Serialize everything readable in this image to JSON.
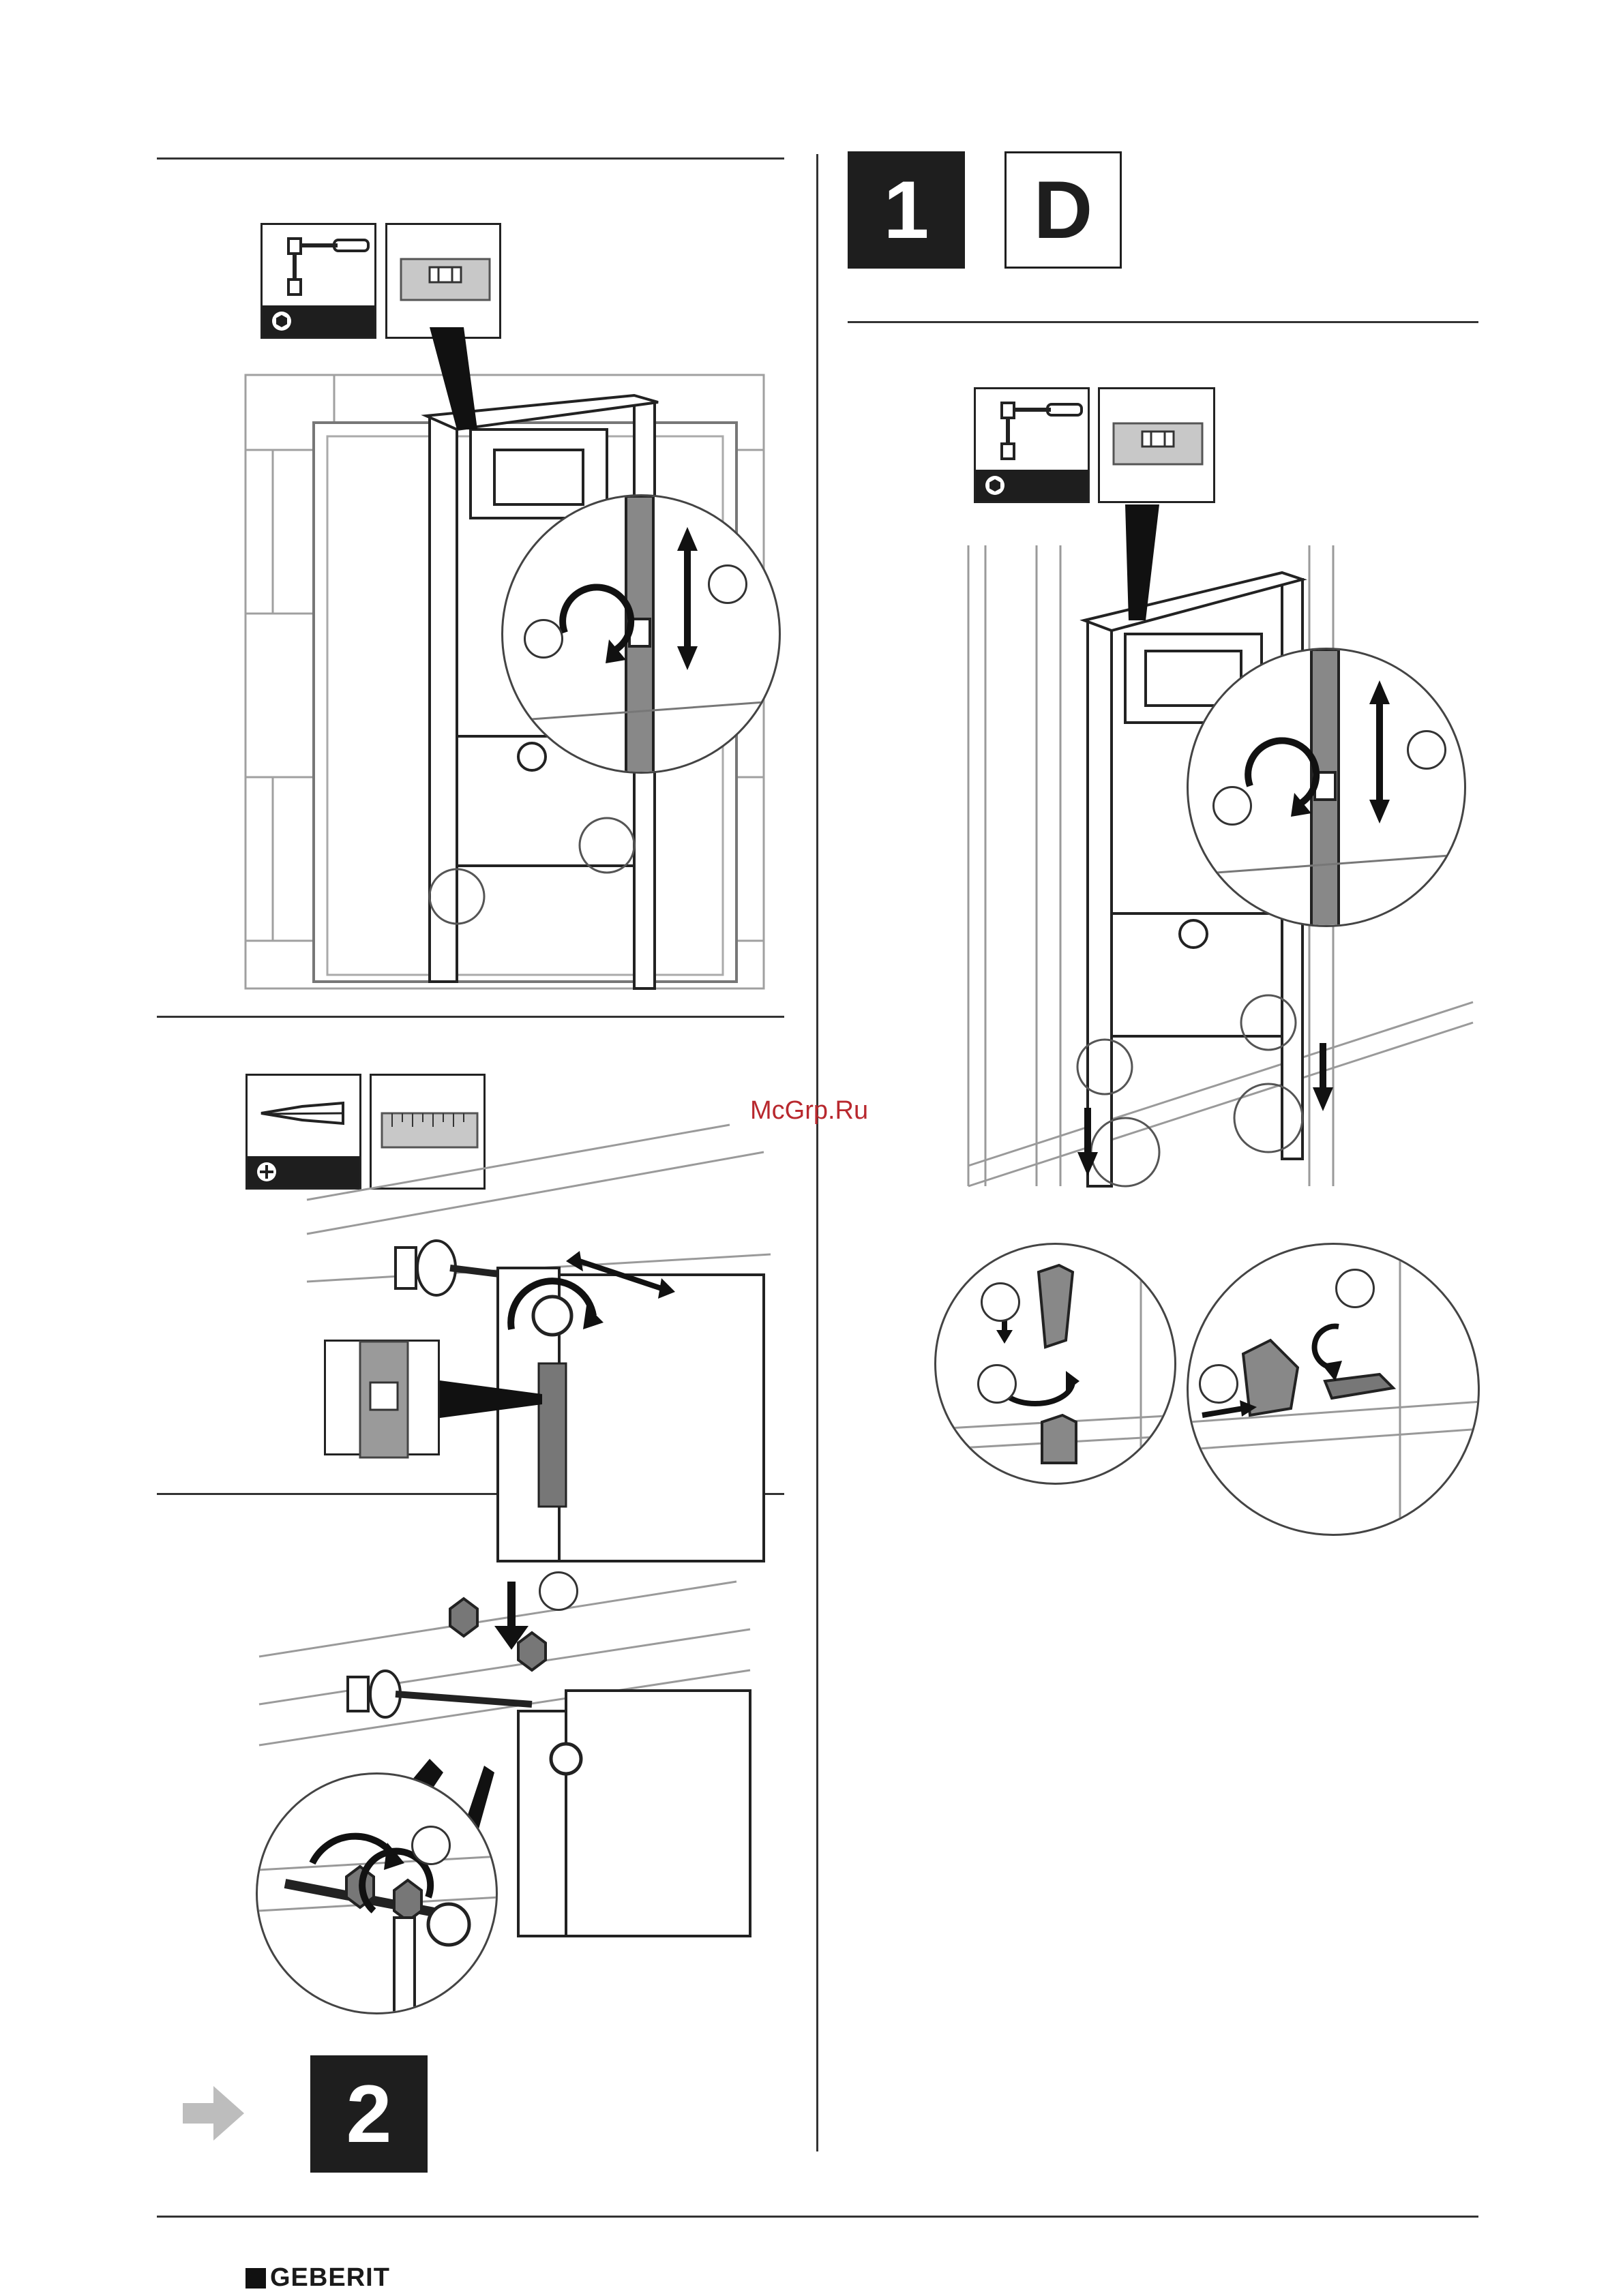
{
  "header": {
    "step_number": "1",
    "variant_letter": "D"
  },
  "watermark": {
    "text": "McGrp.Ru"
  },
  "next_step": {
    "number": "2"
  },
  "footer": {
    "brand": "GEBERIT"
  },
  "icons": {
    "tools": [
      "socket-wrench-icon",
      "spirit-level-icon",
      "screwdriver-phillips-icon",
      "ruler-icon"
    ],
    "actions": [
      "rotate-arrow-icon",
      "up-down-arrow-icon",
      "down-arrow-icon",
      "double-arrow-icon",
      "next-arrow-icon"
    ]
  },
  "colors": {
    "ink": "#1e1e1e",
    "line": "#333333",
    "grey_art": "#9a9a9a",
    "watermark": "#b8282e",
    "next_arrow": "#bdbdbd"
  }
}
